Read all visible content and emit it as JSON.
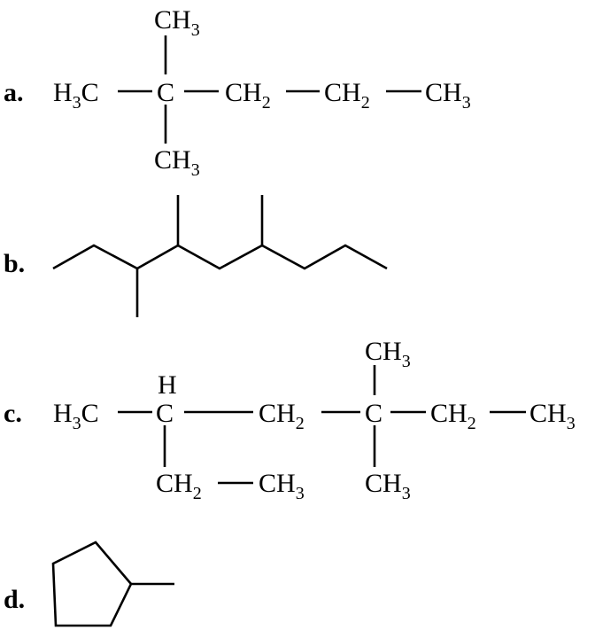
{
  "problems": [
    {
      "label": "a.",
      "groups": {
        "top": {
          "main": "CH",
          "sub": "3"
        },
        "left": {
          "pre": "H",
          "sub": "3",
          "post": "C"
        },
        "center": {
          "main": "C"
        },
        "c2": {
          "main": "CH",
          "sub": "2"
        },
        "c3": {
          "main": "CH",
          "sub": "2"
        },
        "c4": {
          "main": "CH",
          "sub": "3"
        },
        "bottom": {
          "main": "CH",
          "sub": "3"
        }
      }
    },
    {
      "label": "b.",
      "structure": "skeletal"
    },
    {
      "label": "c.",
      "groups": {
        "h": {
          "main": "H"
        },
        "left": {
          "pre": "H",
          "sub": "3",
          "post": "C"
        },
        "c1": {
          "main": "C"
        },
        "c2": {
          "main": "CH",
          "sub": "2"
        },
        "quat": {
          "main": "C"
        },
        "quat_top": {
          "main": "CH",
          "sub": "3"
        },
        "c5": {
          "main": "CH",
          "sub": "2"
        },
        "c6": {
          "main": "CH",
          "sub": "3"
        },
        "branch_ch2": {
          "main": "CH",
          "sub": "2"
        },
        "branch_ch3": {
          "main": "CH",
          "sub": "3"
        },
        "quat_bottom": {
          "main": "CH",
          "sub": "3"
        }
      }
    },
    {
      "label": "d.",
      "structure": "skeletal"
    }
  ]
}
